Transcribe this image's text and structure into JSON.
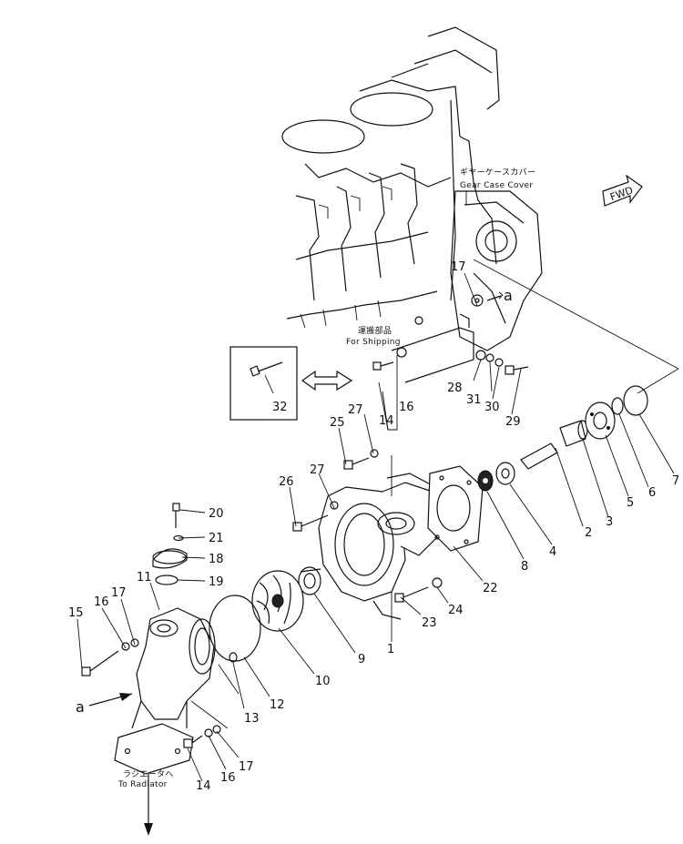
{
  "annotations": {
    "gear_case_jp": "ギヤーケースカバー",
    "gear_case_en": "Gear Case Cover",
    "shipping_jp": "運搬部品",
    "shipping_en": "For Shipping",
    "radiator_jp": "ラジエータへ",
    "radiator_en": "To Radiator",
    "fwd": "FWD",
    "ref_a": "a"
  },
  "callouts": {
    "c1": "1",
    "c2": "2",
    "c3": "3",
    "c4": "4",
    "c5": "5",
    "c6": "6",
    "c7": "7",
    "c8": "8",
    "c9": "9",
    "c10": "10",
    "c11": "11",
    "c12": "12",
    "c13": "13",
    "c14a": "14",
    "c14b": "14",
    "c15": "15",
    "c16a": "16",
    "c16b": "16",
    "c16c": "16",
    "c17a": "17",
    "c17b": "17",
    "c17c": "17",
    "c18": "18",
    "c19": "19",
    "c20": "20",
    "c21": "21",
    "c22": "22",
    "c23": "23",
    "c24": "24",
    "c25": "25",
    "c26": "26",
    "c27a": "27",
    "c27b": "27",
    "c28": "28",
    "c29": "29",
    "c30": "30",
    "c31": "31",
    "c32": "32"
  }
}
